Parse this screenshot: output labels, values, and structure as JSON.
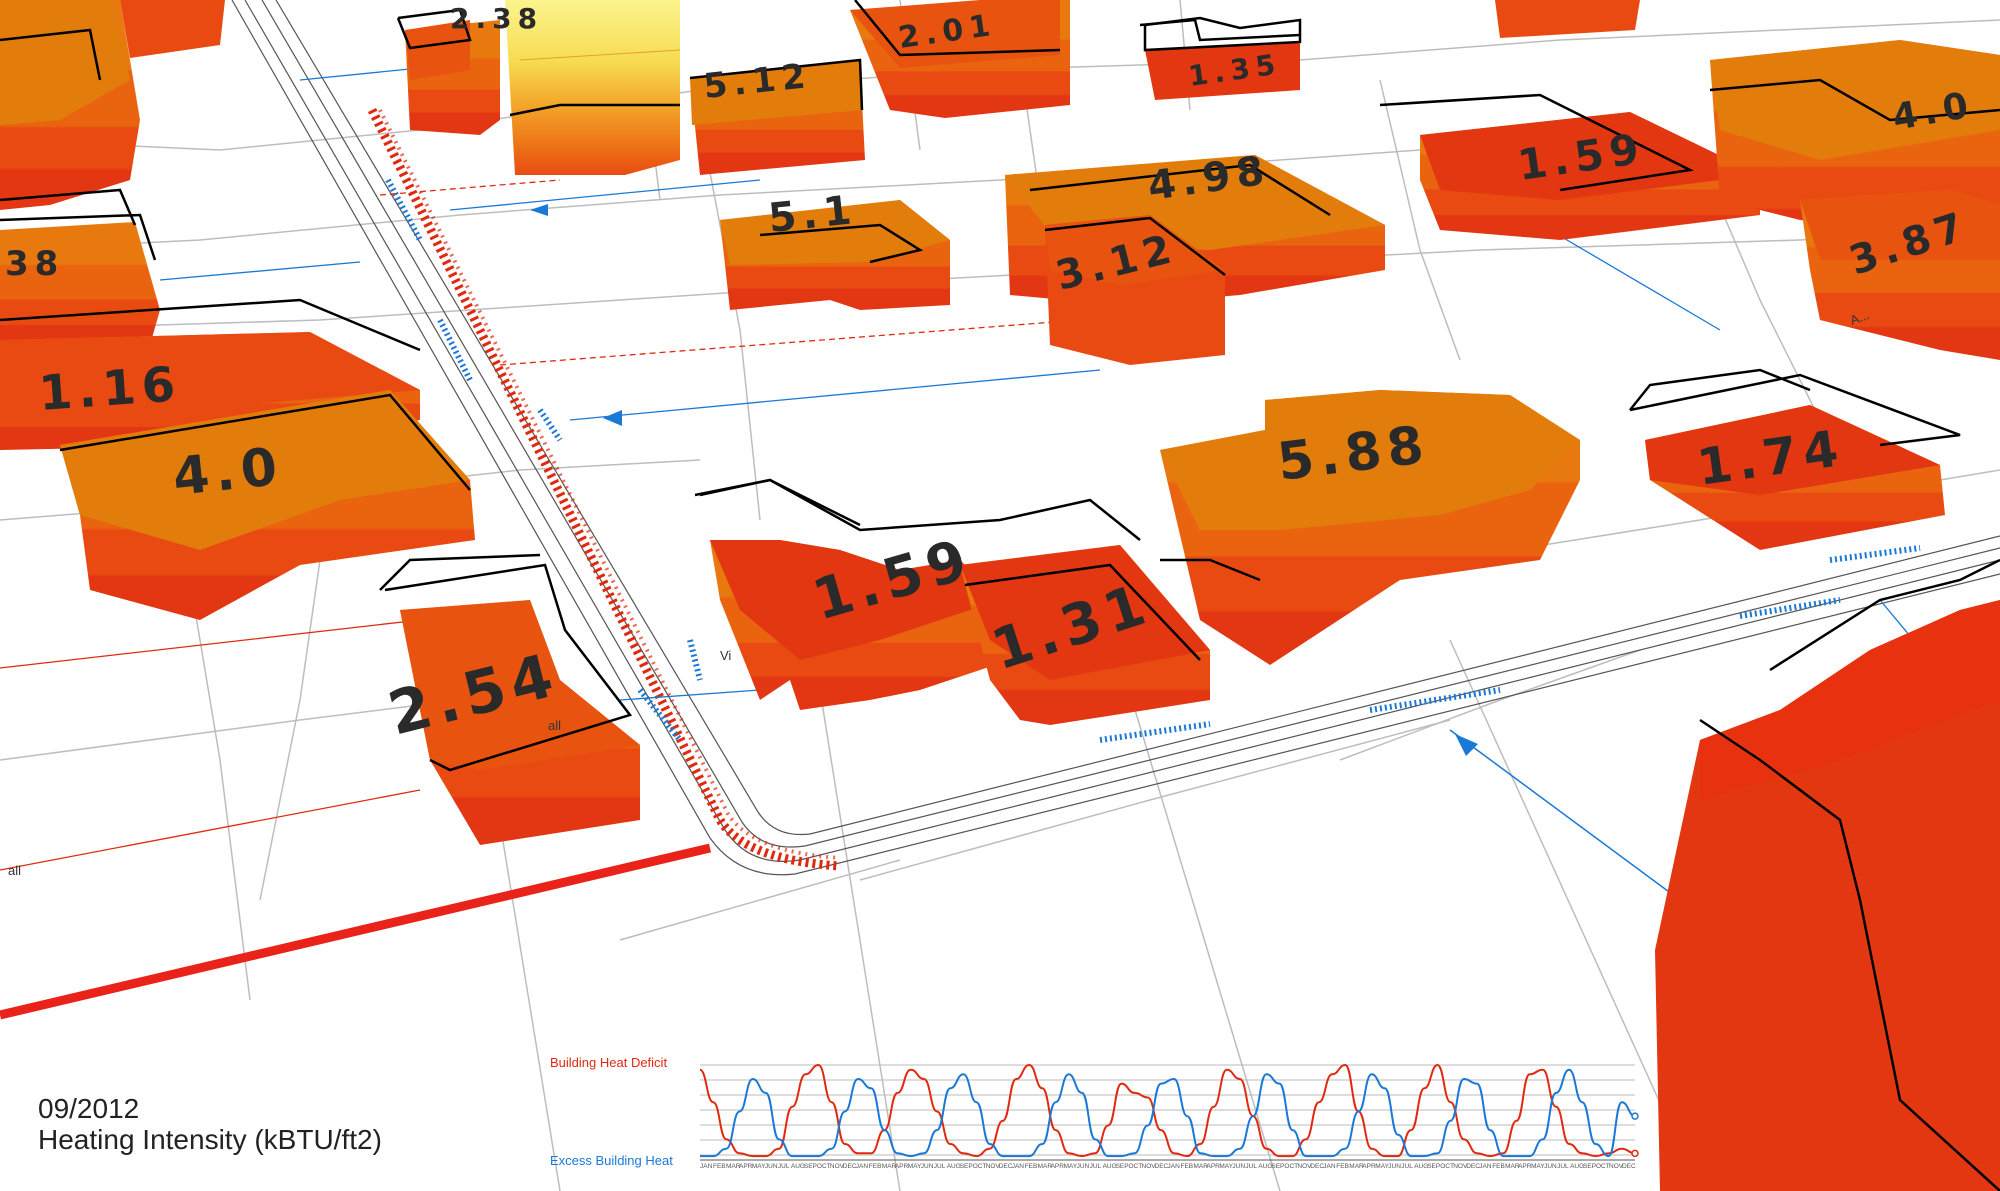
{
  "colors": {
    "deficit_red": "#e02a10",
    "excess_blue": "#1a78d6",
    "roof_orange": "#e27d0c",
    "side_orange_1": "#e86a10",
    "side_orange_2": "#ea4e12",
    "side_red": "#e23710",
    "road_line": "#bdbdbd",
    "footprint_outline": "#000000",
    "tall_yellow": "#f6e86a"
  },
  "caption": {
    "date": "09/2012",
    "metric": "Heating Intensity (kBTU/ft2)"
  },
  "buildings": [
    {
      "id": "b-238",
      "label": "2.38"
    },
    {
      "id": "b-512",
      "label": "5.12"
    },
    {
      "id": "b-201",
      "label": "2.01"
    },
    {
      "id": "b-135",
      "label": "1.35"
    },
    {
      "id": "b-498",
      "label": "4.98"
    },
    {
      "id": "b-159-top",
      "label": "1.59"
    },
    {
      "id": "b-51",
      "label": "5.1"
    },
    {
      "id": "b-312",
      "label": "3.12"
    },
    {
      "id": "b-138",
      "label": "38"
    },
    {
      "id": "b-116",
      "label": "1.16"
    },
    {
      "id": "b-40",
      "label": "4.0"
    },
    {
      "id": "b-588",
      "label": "5.88"
    },
    {
      "id": "b-174",
      "label": "1.74"
    },
    {
      "id": "b-159-mid",
      "label": "1.59"
    },
    {
      "id": "b-131",
      "label": "1.31"
    },
    {
      "id": "b-254",
      "label": "2.54"
    },
    {
      "id": "b-4x",
      "label": "4.0"
    },
    {
      "id": "b-3x",
      "label": "3.87"
    }
  ],
  "street_labels": [
    "Vi",
    "all",
    "all",
    "A..."
  ],
  "chart_data": {
    "type": "line",
    "title": "",
    "legend": [
      "Building Heat Deficit",
      "Excess Building Heat"
    ],
    "x_tick_labels_repeating": [
      "JAN",
      "FEB",
      "MAR",
      "APR",
      "MAY",
      "JUN",
      "JUL",
      "AUG",
      "SEP",
      "OCT",
      "NOV",
      "DEC"
    ],
    "years_shown": 6,
    "series": [
      {
        "name": "Building Heat Deficit",
        "color": "#e02a10",
        "values": [
          0.95,
          0.6,
          0.2,
          0.05,
          0.02,
          0.02,
          0.1,
          0.55,
          0.9,
          1.0,
          0.6,
          0.15,
          0.05,
          0.05,
          0.3,
          0.7,
          0.95,
          0.85,
          0.5,
          0.15,
          0.05,
          0.02,
          0.1,
          0.4,
          0.85,
          1.0,
          0.75,
          0.3,
          0.05,
          0.02,
          0.05,
          0.35,
          0.8,
          0.7,
          0.65,
          0.3,
          0.05,
          0.02,
          0.15,
          0.55,
          0.95,
          0.85,
          0.45,
          0.1,
          0.02,
          0.02,
          0.2,
          0.6,
          0.9,
          1.0,
          0.5,
          0.1,
          0.02,
          0.02,
          0.3,
          0.75,
          1.0,
          0.6,
          0.2,
          0.05,
          0.02,
          0.05,
          0.4,
          0.9,
          0.95,
          0.55,
          0.15,
          0.05,
          0.02,
          0.05,
          0.1,
          0.05
        ]
      },
      {
        "name": "Excess Building Heat",
        "color": "#1a78d6",
        "values": [
          0.02,
          0.02,
          0.1,
          0.5,
          0.85,
          0.7,
          0.2,
          0.02,
          0.02,
          0.02,
          0.1,
          0.5,
          0.85,
          0.75,
          0.3,
          0.05,
          0.02,
          0.05,
          0.3,
          0.75,
          0.9,
          0.6,
          0.15,
          0.02,
          0.02,
          0.02,
          0.15,
          0.6,
          0.9,
          0.7,
          0.2,
          0.02,
          0.02,
          0.05,
          0.35,
          0.8,
          0.85,
          0.45,
          0.05,
          0.02,
          0.02,
          0.1,
          0.45,
          0.9,
          0.8,
          0.3,
          0.02,
          0.02,
          0.02,
          0.1,
          0.5,
          0.9,
          0.75,
          0.25,
          0.02,
          0.02,
          0.05,
          0.4,
          0.85,
          0.8,
          0.3,
          0.02,
          0.02,
          0.02,
          0.2,
          0.7,
          0.95,
          0.6,
          0.15,
          0.02,
          0.6,
          0.45
        ]
      }
    ]
  }
}
